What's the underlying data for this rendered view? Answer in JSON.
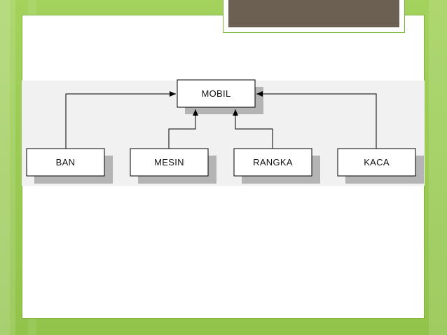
{
  "diagram": {
    "root": {
      "id": "mobil",
      "label": "MOBIL"
    },
    "children": [
      {
        "id": "ban",
        "label": "BAN"
      },
      {
        "id": "mesin",
        "label": "MESIN"
      },
      {
        "id": "rangka",
        "label": "RANGKA"
      },
      {
        "id": "kaca",
        "label": "KACA"
      }
    ],
    "edges": [
      {
        "from": "ban",
        "to": "mobil"
      },
      {
        "from": "mesin",
        "to": "mobil"
      },
      {
        "from": "rangka",
        "to": "mobil"
      },
      {
        "from": "kaca",
        "to": "mobil"
      }
    ]
  },
  "theme": {
    "background": "#9acb55",
    "title_bar": "#6b6052",
    "node_fill": "#ffffff",
    "node_stroke": "#000000",
    "shadow": "#b4b4b4"
  }
}
